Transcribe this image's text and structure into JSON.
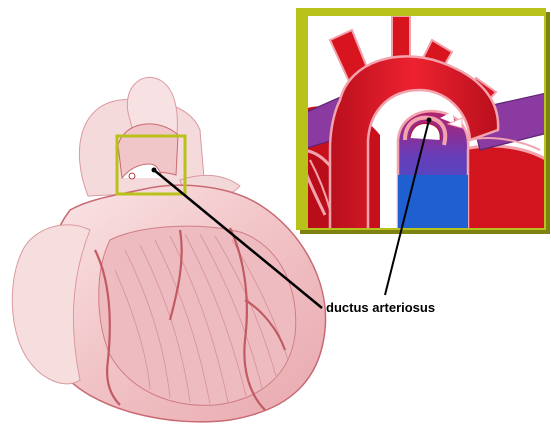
{
  "diagram": {
    "label": "ductus arteriosus",
    "colors": {
      "frame": "#b8c21a",
      "frame_shadow": "#7d8311",
      "heart_light": "#f4d3d5",
      "heart_mid": "#e9a9ae",
      "heart_line": "#c86a73",
      "aorta_red": "#e01828",
      "aorta_dark": "#9c0d16",
      "pulmonary_purple": "#8a3aa0",
      "venous_blue": "#1f5fd0",
      "leader_line": "#000000"
    },
    "icons": [
      "heart-illustration",
      "inset-magnified-view"
    ]
  }
}
